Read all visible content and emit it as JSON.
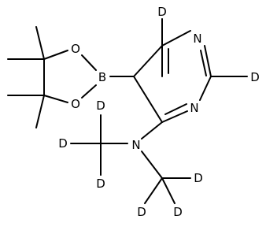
{
  "molecule": {
    "atoms": {
      "n_ring_top": "N",
      "n_ring_bottom": "N",
      "n_amine": "N",
      "boron": "B",
      "o_top": "O",
      "o_bottom": "O",
      "d_ring_c6": "D",
      "d_ring_c2": "D",
      "d_methyl1_a": "D",
      "d_methyl1_b": "D",
      "d_methyl1_c": "D",
      "d_methyl2_a": "D",
      "d_methyl2_b": "D",
      "d_methyl2_c": "D"
    }
  }
}
